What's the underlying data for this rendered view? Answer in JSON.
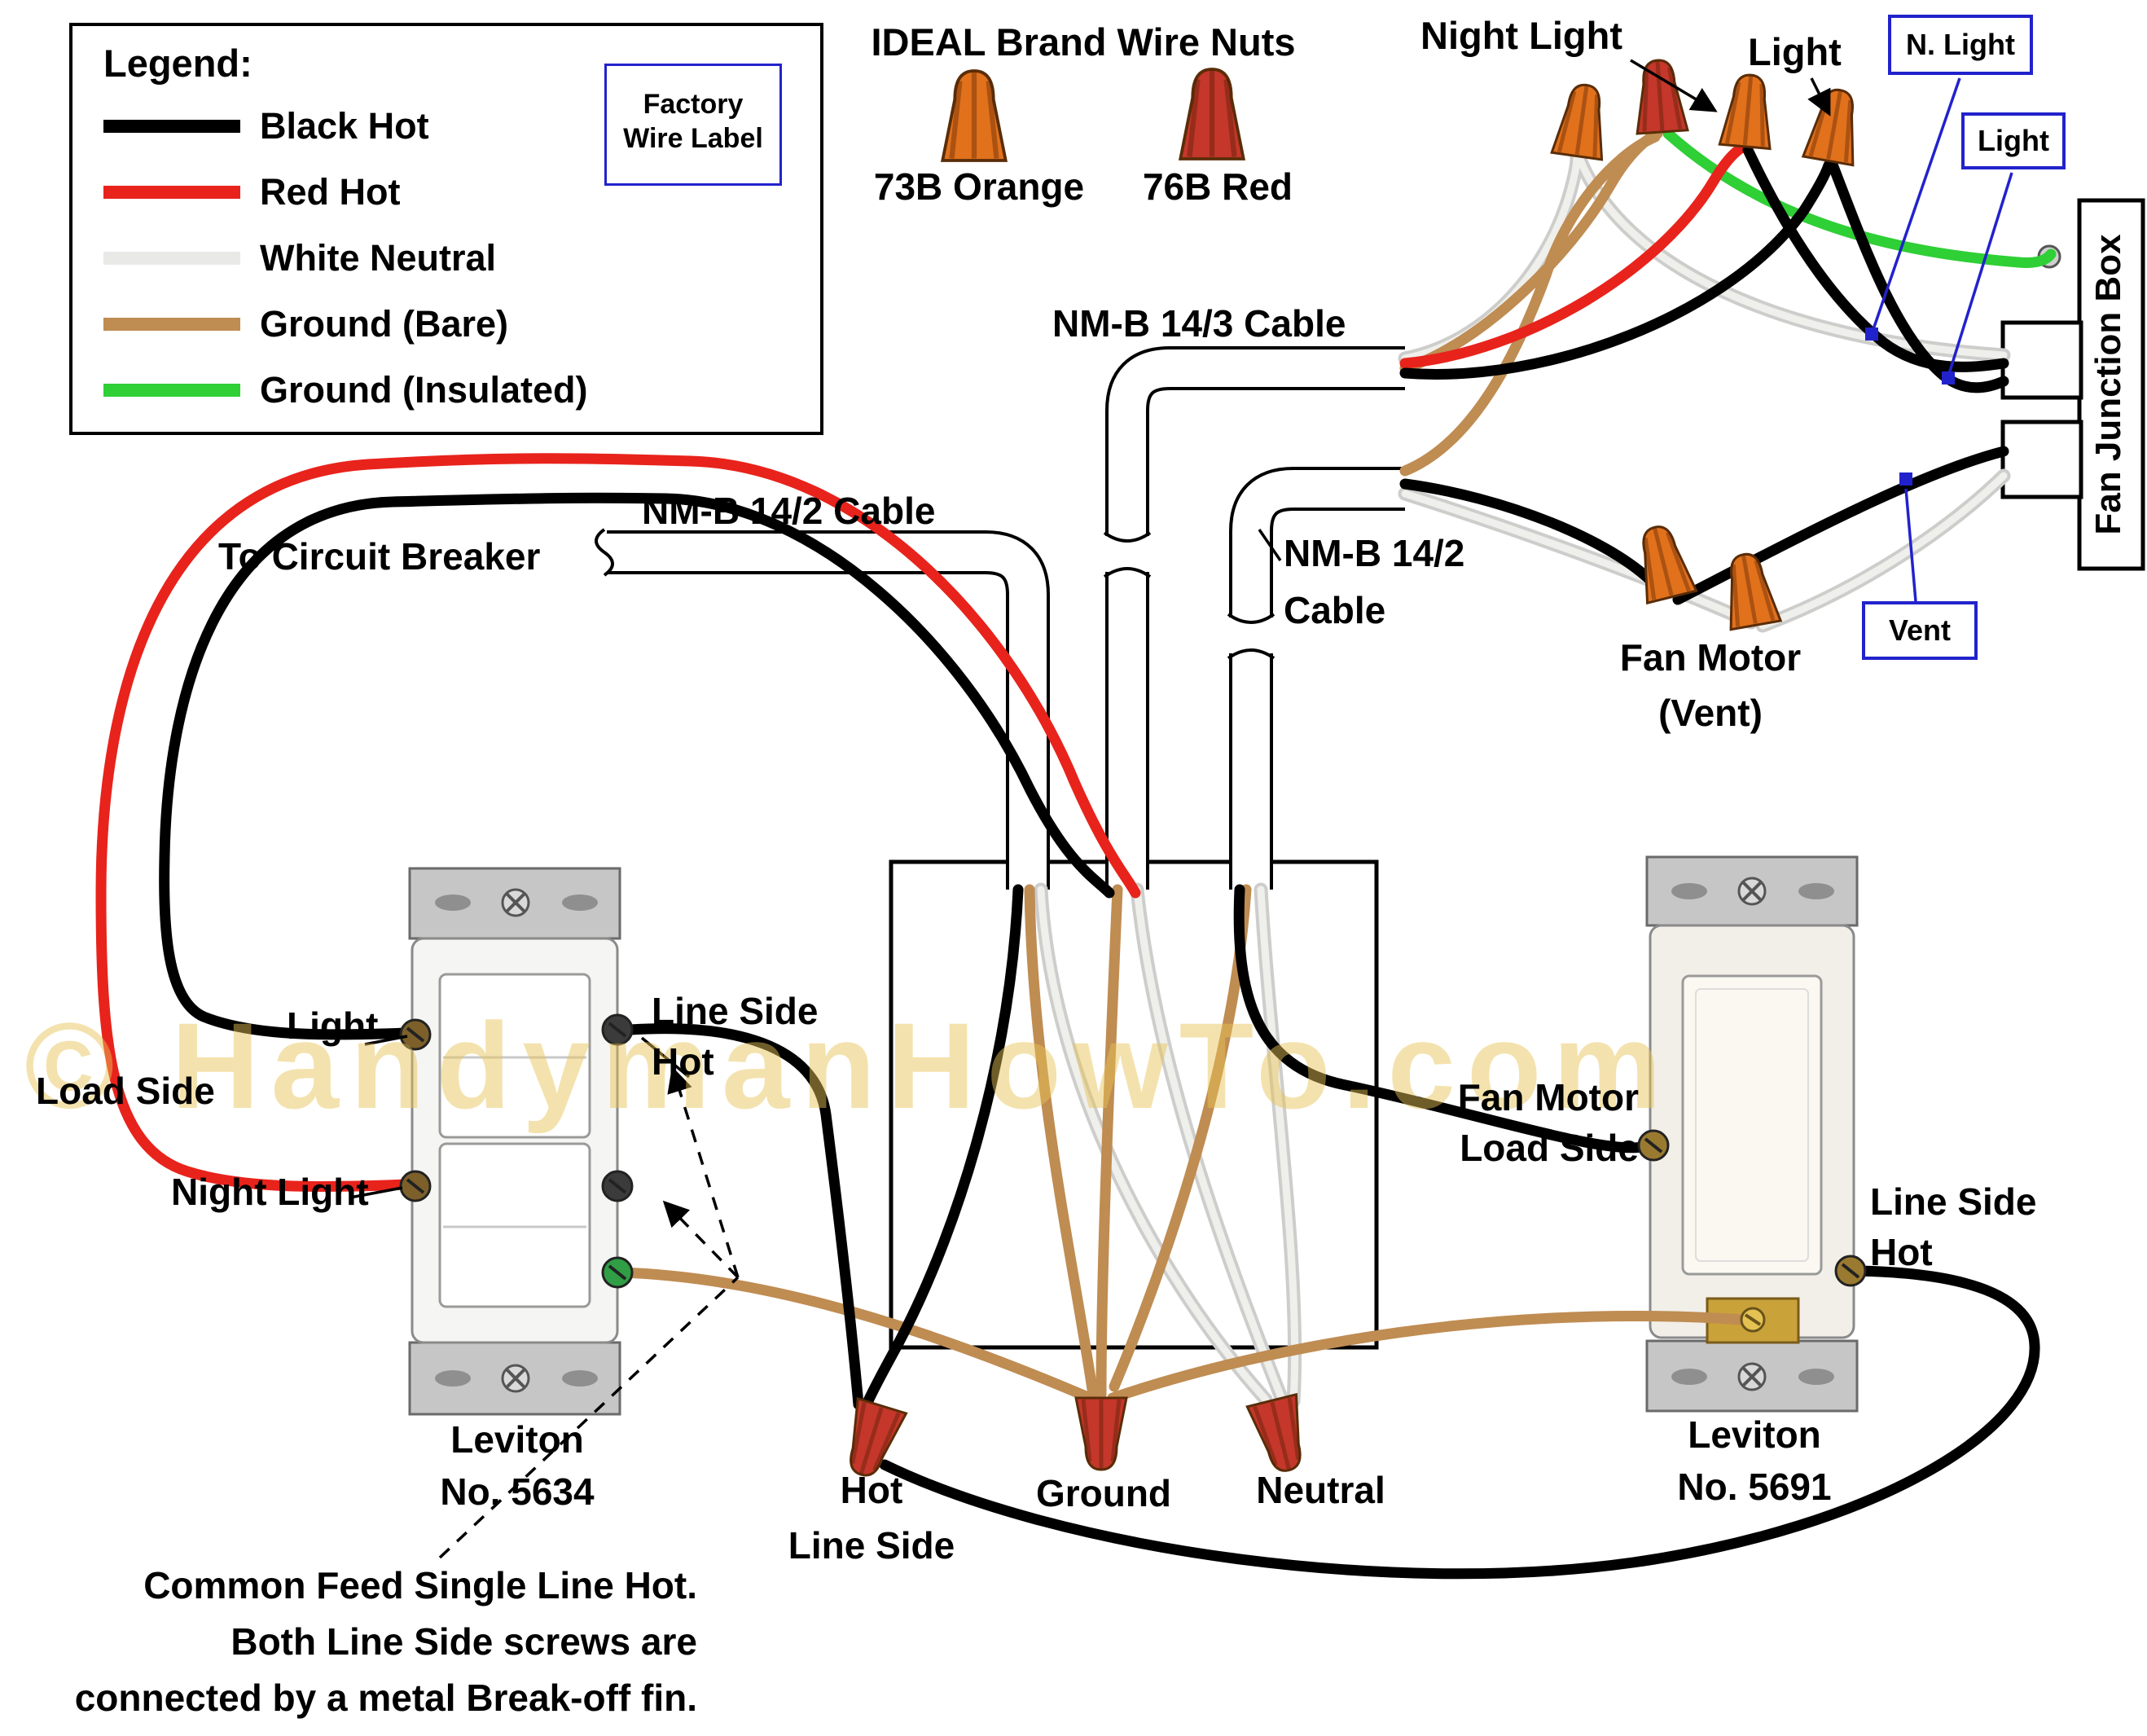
{
  "legend": {
    "title": "Legend:",
    "items": [
      {
        "label": "Black Hot",
        "color": "#000000"
      },
      {
        "label": "Red Hot",
        "color": "#e8231c"
      },
      {
        "label": "White Neutral",
        "color": "#e9e9e7"
      },
      {
        "label": "Ground (Bare)",
        "color": "#bf8c52"
      },
      {
        "label": "Ground (Insulated)",
        "color": "#2fcf36"
      }
    ]
  },
  "factory_wire_label": {
    "line1": "Factory",
    "line2": "Wire Label"
  },
  "wire_nuts": {
    "header": "IDEAL Brand Wire Nuts",
    "orange_label": "73B Orange",
    "red_label": "76B Red"
  },
  "top_right": {
    "night_light_callout": "Night Light",
    "light_callout": "Light",
    "n_light_box": "N. Light",
    "light_box": "Light",
    "vent_box": "Vent",
    "fan_junction_box": "Fan Junction Box",
    "fan_motor_line1": "Fan Motor",
    "fan_motor_line2": "(Vent)"
  },
  "cables": {
    "nmb_14_3": "NM-B 14/3 Cable",
    "nmb_14_2_left": "NM-B 14/2 Cable",
    "to_circuit_breaker": "To Circuit Breaker",
    "nmb_14_2_right_line1": "NM-B 14/2",
    "nmb_14_2_right_line2": "Cable"
  },
  "left_switch": {
    "light_label": "Light",
    "load_side_label": "Load Side",
    "night_light_label": "Night Light",
    "line_side_label": "Line Side",
    "hot_label": "Hot",
    "brand": "Leviton",
    "model": "No. 5634"
  },
  "right_switch": {
    "fan_motor_label": "Fan Motor",
    "load_side_label": "Load Side",
    "line_side_label": "Line Side",
    "hot_label": "Hot",
    "brand": "Leviton",
    "model": "No. 5691"
  },
  "splices": {
    "hot_line1": "Hot",
    "hot_line2": "Line Side",
    "ground": "Ground",
    "neutral": "Neutral"
  },
  "note": {
    "line1": "Common Feed Single Line Hot.",
    "line2": "Both Line Side screws are",
    "line3": "connected by a metal Break-off fin."
  },
  "watermark": "© HandymanHowTo.com",
  "colors": {
    "black_hot": "#000000",
    "red_hot": "#e8231c",
    "white_neutral": "#efefec",
    "white_outline": "#cdcdcb",
    "ground_bare": "#bf8c52",
    "ground_insulated": "#2fcf36",
    "callout_blue": "#2222cc",
    "wire_nut_orange": "#e2711c",
    "wire_nut_red": "#c4372a"
  }
}
